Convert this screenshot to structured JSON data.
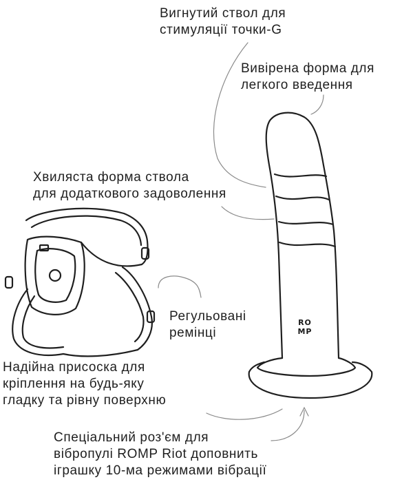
{
  "callouts": {
    "curved_shaft": {
      "line1": "Вигнутий ствол для",
      "line2": "стимуляції точки-G"
    },
    "tapered_tip": {
      "line1": "Вивірена форма для",
      "line2": "легкого введення"
    },
    "wavy_shaft": {
      "line1": "Хвиляста форма ствола",
      "line2": "для додаткового задоволення"
    },
    "straps": {
      "line1": "Регульовані",
      "line2": "ремінці"
    },
    "suction_cup": {
      "line1": "Надійна присоска для",
      "line2": "кріплення на будь-яку",
      "line3": "гладку та рівну поверхню"
    },
    "vibro_port": {
      "line1": "Спеціальний роз'єм для",
      "line2": "вібропулі ROMP Riot доповнить",
      "line3": "іграшку 10-ма режимами вібрації"
    }
  },
  "product": {
    "brand_line1": "RO",
    "brand_line2": "MP"
  },
  "colors": {
    "line": "#1f1f1f",
    "pointer": "#8a8a8a"
  }
}
